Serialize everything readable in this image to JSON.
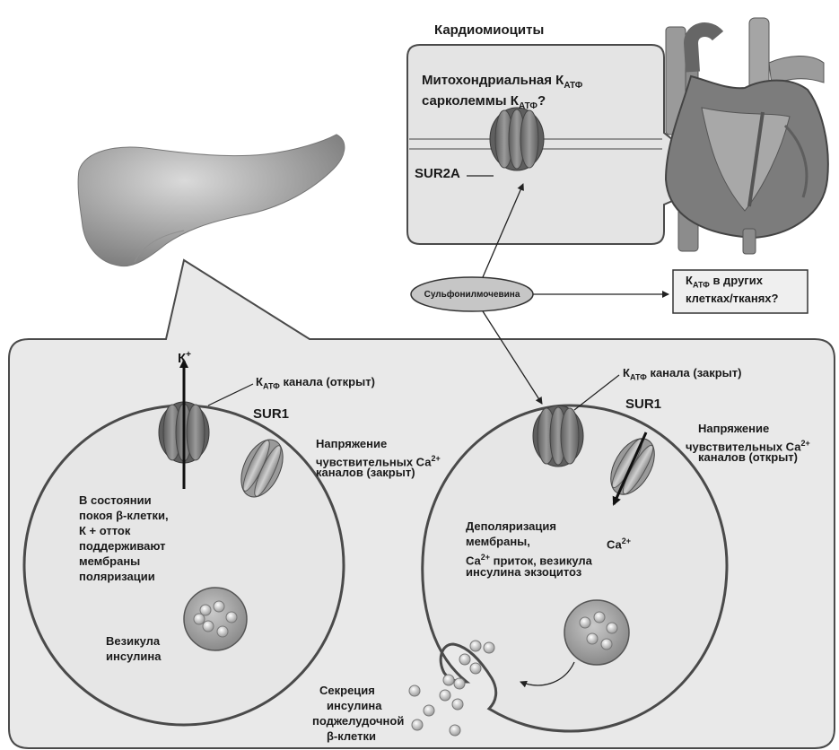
{
  "heading": "Кардиомиоциты",
  "cardio_box": {
    "line1": "Митохондриальная К",
    "sub1": "АТФ",
    "line2": "сарколеммы К",
    "sub2": "АТФ",
    "q": "?",
    "sur": "SUR2A"
  },
  "sulfonylurea": "Сульфонилмочевина",
  "other_tissues": {
    "k": "К",
    "sub": "АТФ",
    "line1": " в других",
    "line2": "клетках/тканях?"
  },
  "left_cell": {
    "kplus": "К",
    "kplus_sup": "+",
    "channel_k": "К",
    "channel_sub": "АТФ",
    "channel_text": " канала (открыт)",
    "sur": "SUR1",
    "ca_line1": "Напряжение",
    "ca_line2": "чувствительных Са",
    "ca_sup": "2+",
    "ca_line3": "каналов (закрыт)",
    "rest_text": [
      "В состоянии",
      "покоя β-клетки,",
      "К + отток",
      "поддерживают",
      "мембраны",
      "поляризации"
    ],
    "vesicle_text": [
      "Везикула",
      "инсулина"
    ]
  },
  "right_cell": {
    "channel_k": "К",
    "channel_sub": "АТФ",
    "channel_text": " канала (закрыт)",
    "sur": "SUR1",
    "ca_line1": "Напряжение",
    "ca_line2": "чувствительных Са",
    "ca_sup": "2+",
    "ca_line3": "каналов (открыт)",
    "ca_ion": "Са",
    "ca_ion_sup": "2+",
    "depol_line1": "Деполяризация",
    "depol_line2": "мембраны,",
    "depol_line3_a": "Са",
    "depol_line3_sup": "2+",
    "depol_line3_b": " приток, везикула",
    "depol_line4": "инсулина экзоцитоз"
  },
  "secretion_text": [
    "Секреция",
    "инсулина",
    "поджелудочной",
    "β-клетки"
  ],
  "colors": {
    "panel": "#e9e9e9",
    "panel_stroke": "#4a4a4a",
    "channel_dark": "#6e6e6e",
    "channel_mid": "#8d8d8d",
    "channel_light": "#b9b9b9",
    "heart_red": "#7a7a7a"
  }
}
